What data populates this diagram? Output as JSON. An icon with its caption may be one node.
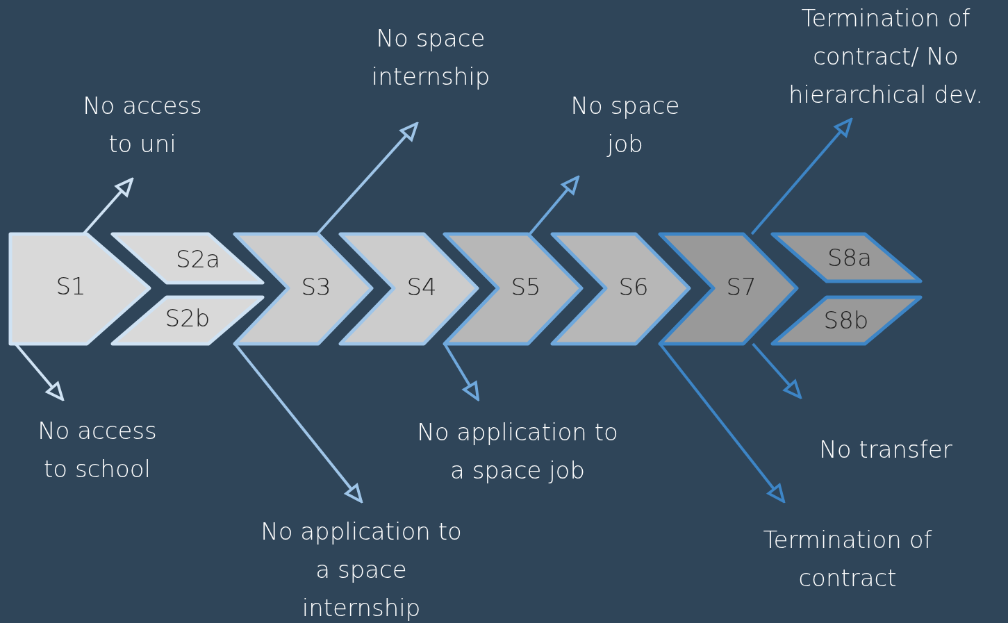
{
  "diagram": {
    "nodes": [
      {
        "text": [
          "S1"
        ]
      },
      {
        "text": [
          "S2a"
        ]
      },
      {
        "text": [
          "S2b"
        ]
      },
      {
        "text": [
          "S3"
        ]
      },
      {
        "text": [
          "S4"
        ]
      },
      {
        "text": [
          "S5"
        ]
      },
      {
        "text": [
          "S6"
        ]
      },
      {
        "text": [
          "S7"
        ]
      },
      {
        "text": [
          "S8a"
        ]
      },
      {
        "text": [
          "S8b"
        ]
      },
      {
        "text": [
          "No access to school"
        ]
      },
      {
        "text": [
          "No access to uni"
        ]
      },
      {
        "text": [
          "No application to a space internship"
        ]
      },
      {
        "text": [
          "No space internship"
        ]
      },
      {
        "text": [
          "No application to a space job"
        ]
      },
      {
        "text": [
          "No space job"
        ]
      },
      {
        "text": [
          "Termination of contract"
        ]
      },
      {
        "text": [
          "Termination of contract/ No hierarchical dev."
        ]
      },
      {
        "text": [
          "No transfer"
        ]
      }
    ],
    "edges": [
      {
        "from": 0,
        "to": 10,
        "arrow": "to",
        "color": "#cfe2f3"
      },
      {
        "from": 0,
        "to": 11,
        "arrow": "to",
        "color": "#cfe2f3"
      },
      {
        "from": 3,
        "to": 12,
        "arrow": "to",
        "color": "#9fc5e8"
      },
      {
        "from": 3,
        "to": 13,
        "arrow": "to",
        "color": "#9fc5e8"
      },
      {
        "from": 5,
        "to": 14,
        "arrow": "to",
        "color": "#6fa8dc"
      },
      {
        "from": 5,
        "to": 15,
        "arrow": "to",
        "color": "#6fa8dc"
      },
      {
        "from": 7,
        "to": 16,
        "arrow": "to",
        "color": "#3d85c6"
      },
      {
        "from": 7,
        "to": 17,
        "arrow": "to",
        "color": "#3d85c6"
      },
      {
        "from": 7,
        "to": 18,
        "arrow": "to",
        "color": "#3d85c6"
      }
    ]
  }
}
